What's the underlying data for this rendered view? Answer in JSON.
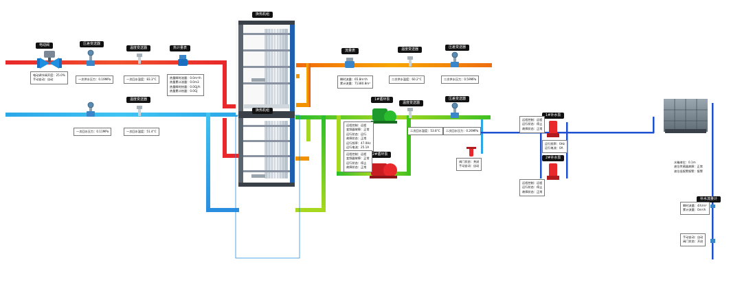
{
  "colors": {
    "hot_supply": "#e8282b",
    "cold_return": "#2aa7e8",
    "warm": "#f39200",
    "green": "#44c21b",
    "lime": "#a6d81f",
    "blue_line": "#1e4fd1"
  },
  "primary": {
    "elec_valve": {
      "title": "电动阀",
      "opening": "电动调节阀开度：25.0%",
      "mode": "手动自动：自动"
    },
    "pressure_supply": {
      "title": "压差变送器",
      "value": "一次供水压力：0.19MPa"
    },
    "temp_supply": {
      "title": "温度变送器",
      "value": "一次回水温度：83.3°C"
    },
    "heat_meter": {
      "title": "热计量表",
      "lines": [
        "热量瞬时流量：0.0m³/h",
        "热量累计流量：0.0m3",
        "热量瞬时热量：0.0GJ/h",
        "热量累计热量：0.0GJ"
      ]
    },
    "pressure_return": {
      "value": "一次回水压力：0.11MPa"
    },
    "temp_return": {
      "title": "温度变送器",
      "value": "一次回水温度：51.4°C"
    }
  },
  "exchangers": {
    "top_title": "换热机组",
    "bottom_title": "换热机组"
  },
  "secondary": {
    "flow_meter": {
      "title": "流量表",
      "lines": [
        "瞬时流量：65.8m³/h",
        "累计流量：71380.8m³"
      ]
    },
    "temp_supply": {
      "title": "温度变送器",
      "value": "二次供水温度：60.2°C"
    },
    "pressure_supply": {
      "title": "压差变送器",
      "value": "二次供水压力：0.59MPa"
    },
    "temp_return": {
      "title": "温度变送器",
      "value": "二次回水温度：53.8°C"
    },
    "pressure_return": {
      "title": "压差变送器",
      "value": "二次回水压力：0.26MPa"
    }
  },
  "circ_pumps": {
    "pump1": {
      "title": "1#循环泵",
      "lines": [
        "远程控制：远程",
        "变频器故障：正常",
        "运行状态：运行",
        "故障状态：正常",
        "运行频率：47.0Hz",
        "运行电流：25.1A"
      ]
    },
    "pump2": {
      "title": "2#循环泵",
      "lines": [
        "远程控制：远程",
        "变频器故障：正常",
        "运行状态：停止",
        "故障状态：正常"
      ]
    }
  },
  "makeup_valve": {
    "lines": [
      "阀门状态：关闭",
      "手动自动：自动"
    ]
  },
  "makeup_pumps": {
    "pump1": {
      "title": "1#补水泵",
      "lines": [
        "远程控制：远程",
        "运行状态：停止",
        "故障状态：正常"
      ],
      "freq": "运行频率：0Hz",
      "current": "运行电流：0A"
    },
    "pump2": {
      "title": "2#补水泵",
      "lines": [
        "远程控制：远程",
        "运行状态：停止",
        "故障状态：正常"
      ]
    }
  },
  "tank": {
    "lines": [
      "水箱液位：0.1m",
      "液位传感器故障：正常",
      "液位低报警报警：报警"
    ]
  },
  "makeup_meter": {
    "title": "补水流量计",
    "lines": [
      "瞬时流量：4/h/m³",
      "累计流量：0m³/h"
    ]
  },
  "makeup_valve2": {
    "lines": [
      "手动自动：自动",
      "阀门状态：开启"
    ]
  }
}
